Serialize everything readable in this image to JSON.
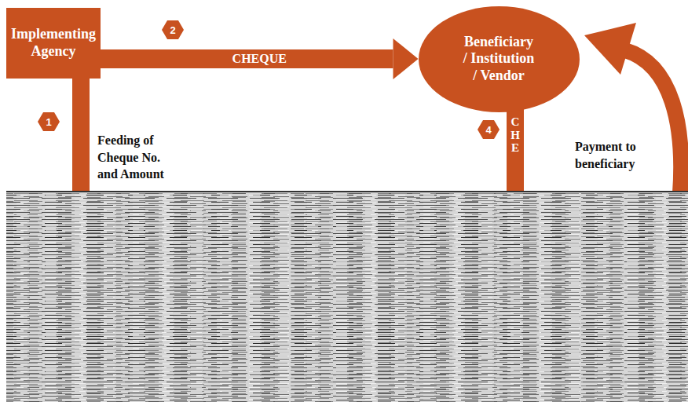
{
  "diagram": {
    "nodes": [
      {
        "text": [
          "Implementing Agency"
        ]
      },
      {
        "text": [
          "Beneficiary / Institution / Vendor"
        ]
      }
    ],
    "edges": [
      {
        "from": 0,
        "to": 1,
        "arrow": "to",
        "label": "CHEQUE"
      }
    ],
    "labels": [
      "2",
      "1",
      "Feeding of Cheque No. and Amount",
      "4",
      "CHE",
      "Payment to beneficiary"
    ]
  }
}
